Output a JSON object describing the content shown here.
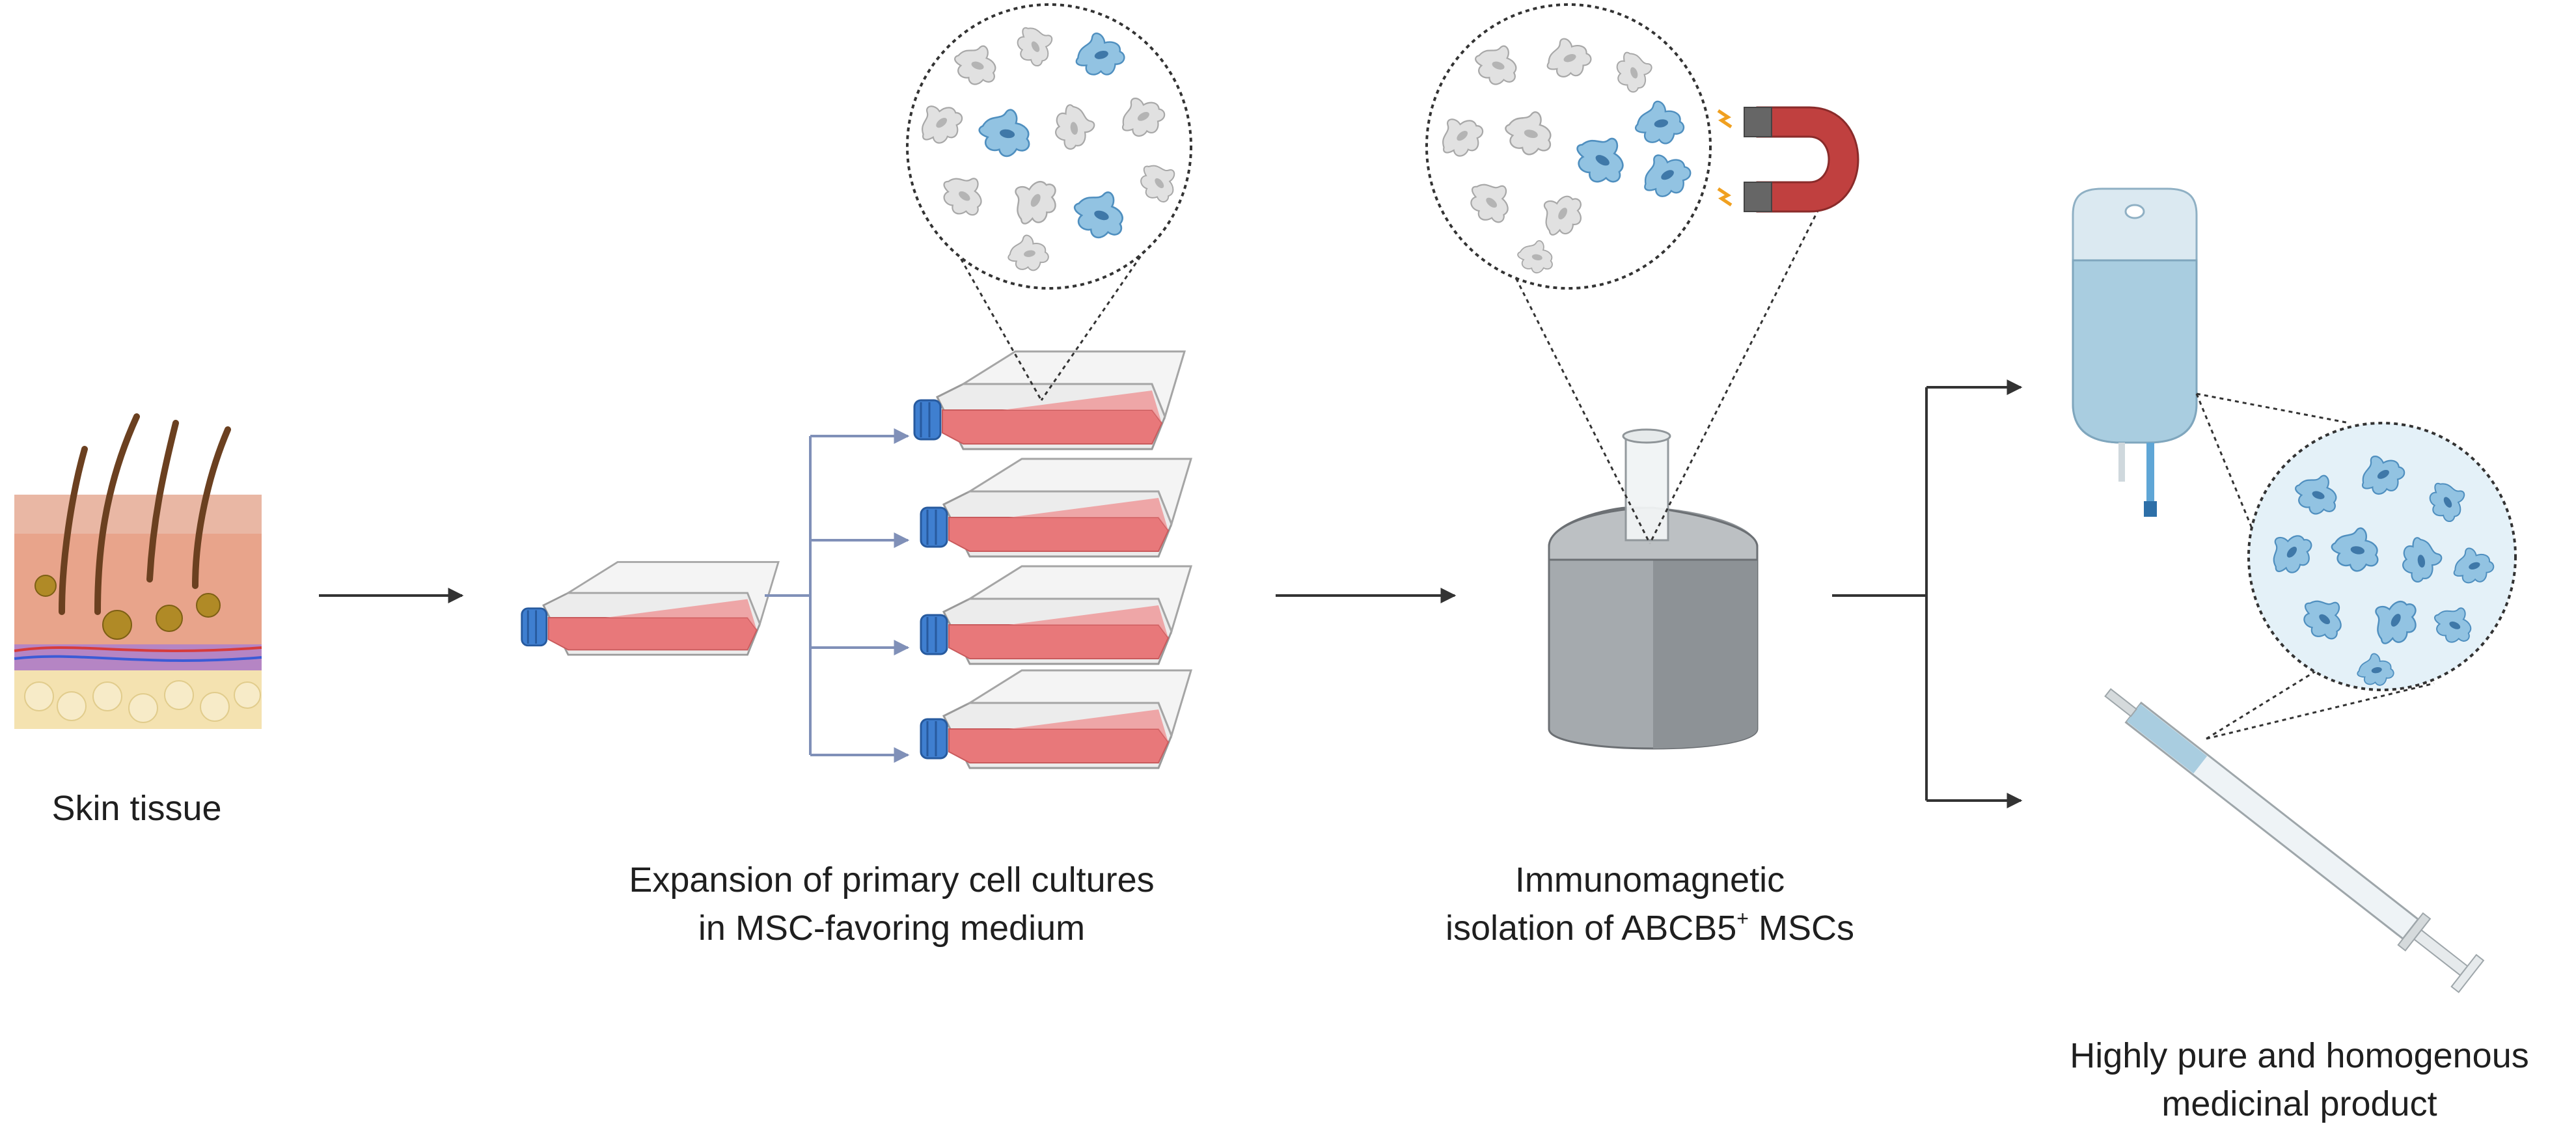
{
  "steps": {
    "skin": {
      "label": "Skin tissue"
    },
    "expansion": {
      "line1": "Expansion of primary cell cultures",
      "line2": "in MSC-favoring medium"
    },
    "isolation": {
      "line1": "Immunomagnetic",
      "line2_pre": "isolation of ABCB5",
      "line2_sup": "+",
      "line2_post": " MSCs"
    },
    "product": {
      "line1": "Highly pure and homogenous",
      "line2": "medicinal product"
    }
  },
  "colors": {
    "flask_media": "#e8787a",
    "flask_cap": "#3f7fd0",
    "flask_body": "#e9e9e9",
    "cell_gray": "#dcdcdc",
    "cell_blue": "#8fc1e0",
    "magnet_red": "#c0403f",
    "magnet_gray": "#666666",
    "separator_gray": "#9ea3a8",
    "bag_blue": "#a9cde0",
    "arrow_dark": "#333333",
    "arrow_blue": "#8090b8"
  }
}
